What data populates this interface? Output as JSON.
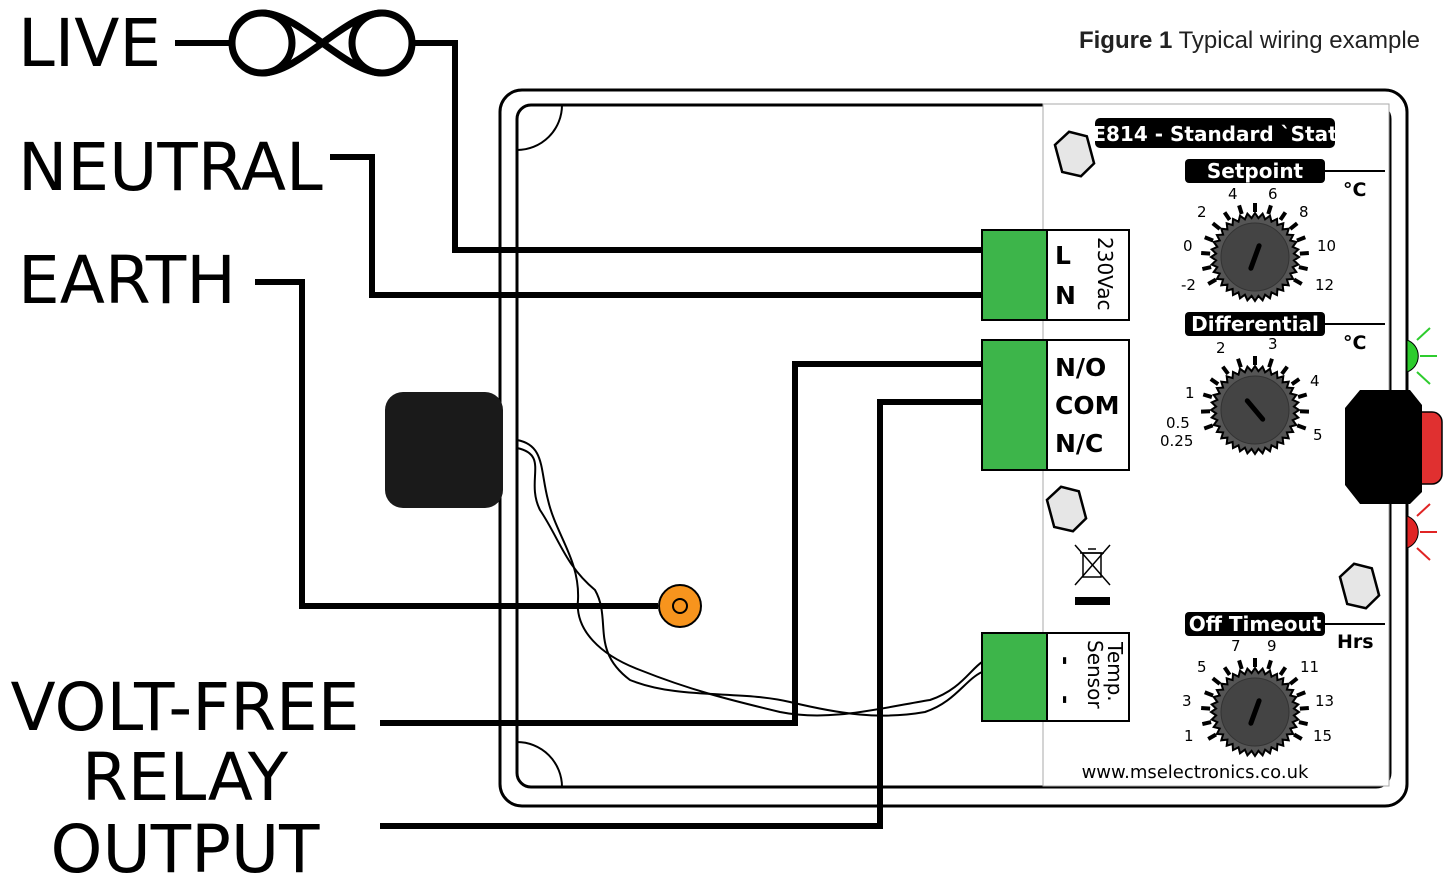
{
  "caption": {
    "bold": "Figure 1",
    "text": "Typical wiring example"
  },
  "labels": {
    "live": "LIVE",
    "neutral": "NEUTRAL",
    "earth": "EARTH",
    "relay_line1": "VOLT-FREE",
    "relay_line2": "RELAY",
    "relay_line3": "OUTPUT"
  },
  "device": {
    "title": "E814 - Standard `Stat",
    "website": "www.mselectronics.co.uk",
    "supply_label": "230Vac",
    "supply_terminals": [
      "L",
      "N"
    ],
    "relay_terminals": [
      "N/O",
      "COM",
      "N/C"
    ],
    "sensor_label_line1": "Temp.",
    "sensor_label_line2": "Sensor",
    "sensor_terminals": [
      "-",
      "-"
    ]
  },
  "dials": [
    {
      "id": "setpoint",
      "header": "Setpoint",
      "unit": "°C",
      "ticks": [
        "-2",
        "0",
        "2",
        "4",
        "6",
        "8",
        "10",
        "12"
      ]
    },
    {
      "id": "differential",
      "header": "Differential",
      "unit": "°C",
      "ticks": [
        "0.25",
        "0.5",
        "1",
        "2",
        "3",
        "4",
        "5"
      ]
    },
    {
      "id": "off-timeout",
      "header": "Off Timeout",
      "unit": "Hrs",
      "ticks": [
        "1",
        "3",
        "5",
        "7",
        "9",
        "11",
        "13",
        "15"
      ]
    }
  ],
  "indicators": [
    {
      "id": "green-led",
      "color": "#2ecc2e"
    },
    {
      "id": "red-led",
      "color": "#e02424"
    }
  ],
  "colors": {
    "terminal_green": "#3db54a",
    "earth_stud": "#f7941d",
    "gland": "#1a1a1a",
    "knob": "#555555",
    "reset_button": "#e03030"
  },
  "icons": [
    "fuse-icon",
    "weee-bin-icon",
    "hex-screw-icon"
  ]
}
